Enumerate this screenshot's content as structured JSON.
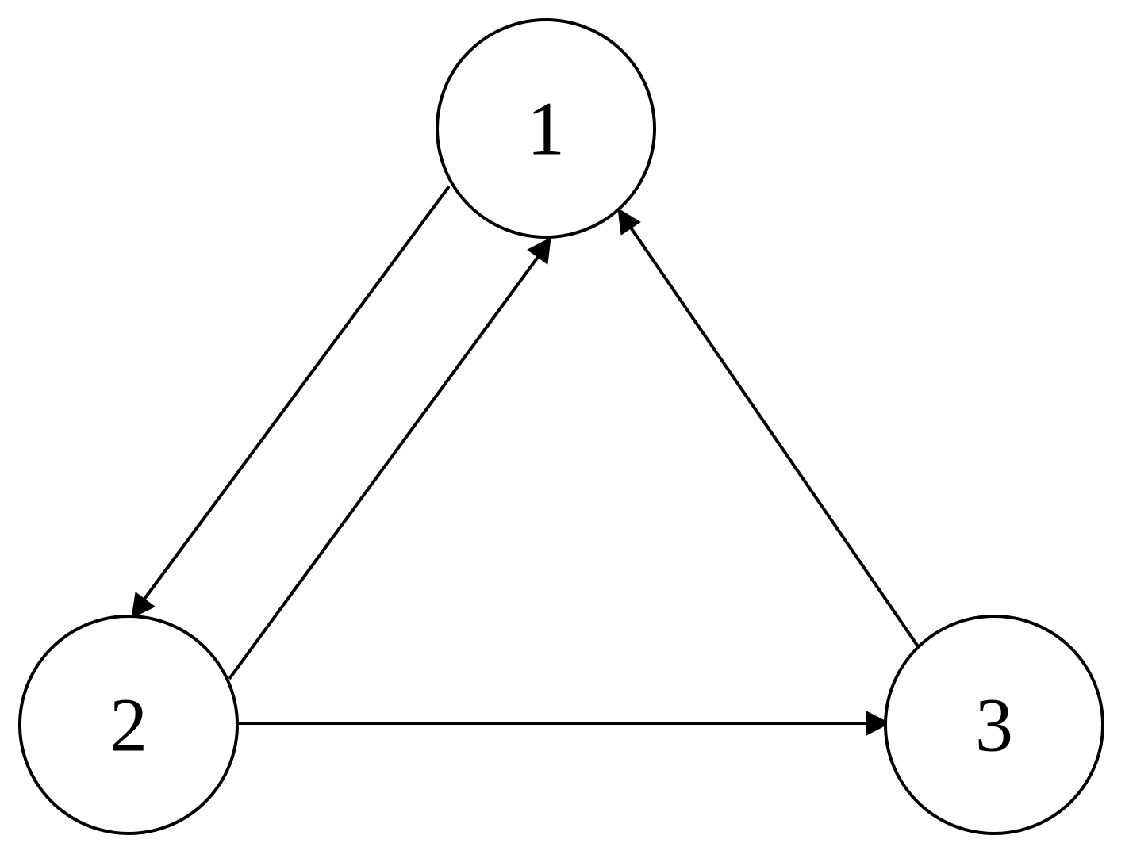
{
  "diagram": {
    "type": "directed-graph",
    "nodes": [
      {
        "id": "1",
        "label": "1"
      },
      {
        "id": "2",
        "label": "2"
      },
      {
        "id": "3",
        "label": "3"
      }
    ],
    "edges": [
      {
        "from": "1",
        "to": "2"
      },
      {
        "from": "2",
        "to": "1"
      },
      {
        "from": "2",
        "to": "3"
      },
      {
        "from": "3",
        "to": "1"
      }
    ],
    "colors": {
      "stroke": "#000000",
      "background": "#ffffff"
    }
  }
}
